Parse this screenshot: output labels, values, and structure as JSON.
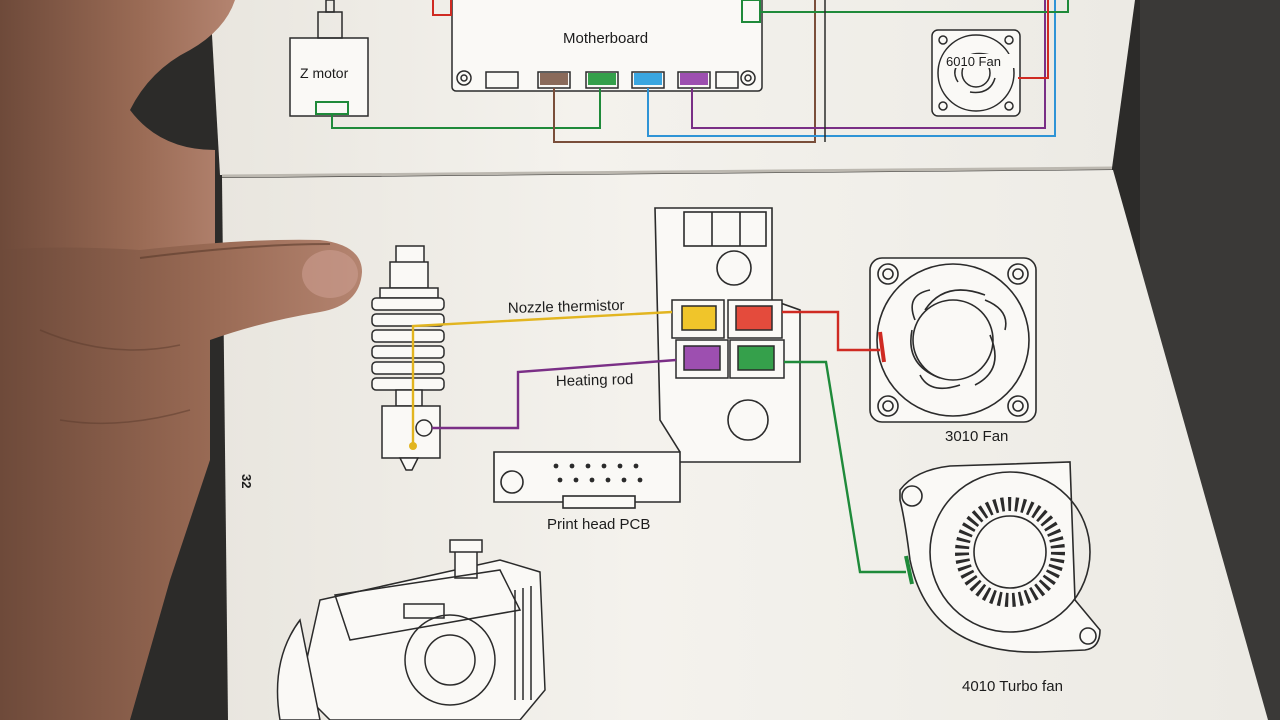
{
  "diagram": {
    "top": {
      "motherboard_label": "Motherboard",
      "z_motor_label": "Z motor",
      "fan_6010_label": "6010 Fan"
    },
    "bottom": {
      "nozzle_thermistor_label": "Nozzle thermistor",
      "heating_rod_label": "Heating rod",
      "print_head_pcb_label": "Print head PCB",
      "fan_3010_label": "3010 Fan",
      "fan_4010_label": "4010 Turbo fan",
      "page_number": "32"
    }
  },
  "colors": {
    "thermistor_wire": "#e2b520",
    "heating_wire": "#7a2f86",
    "fan3010_wire": "#cf2a22",
    "fan4010_wire": "#1f8a3a",
    "brown_wire": "#7a4e3a",
    "blue_wire": "#2f94d6",
    "paper": "#f3f1ec",
    "line": "#2b2b2b"
  },
  "icons": [
    "hand",
    "hotend",
    "pcb",
    "fan-3010",
    "fan-4010-blower",
    "fan-6010",
    "stepper-motor",
    "print-head-assembly"
  ]
}
